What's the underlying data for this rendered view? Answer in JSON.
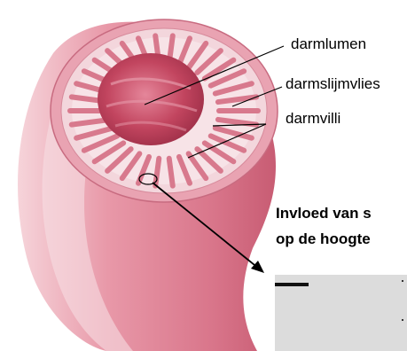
{
  "labels": {
    "lumen": "darmlumen",
    "mucosa": "darmslijmvlies",
    "villi": "darmvilli"
  },
  "caption": {
    "line1": "Invloed van s",
    "line2": "op de hoogte"
  },
  "colors": {
    "tube_outer": "#e89aaa",
    "tube_shadow": "#c55a72",
    "lumen": "#c2455f",
    "mucosa_ring": "#f3d6dc",
    "villi": "#d8798d",
    "micrograph_bg": "#dcdcdc"
  }
}
